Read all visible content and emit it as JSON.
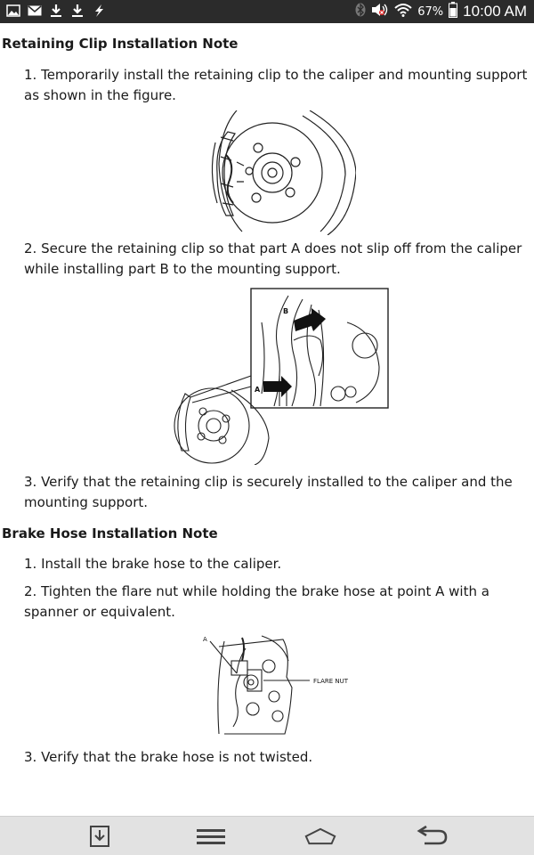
{
  "status_bar": {
    "left_icons": [
      "image-icon",
      "mail-icon",
      "download-icon",
      "download-icon",
      "lightning-icon"
    ],
    "battery_percent": "67%",
    "time": "10:00 AM"
  },
  "sections": [
    {
      "heading": "Retaining Clip Installation Note",
      "steps": [
        "1. Temporarily install the retaining clip to the caliper and mounting support as shown in the figure.",
        "2. Secure the retaining clip so that part A does not slip off from the caliper while installing part B to the mounting support.",
        "3. Verify that the retaining clip is securely installed to the caliper and the mounting support."
      ],
      "figure2_labels": {
        "b": "B",
        "a": "A"
      }
    },
    {
      "heading": "Brake Hose Installation Note",
      "steps": [
        "1. Install the brake hose to the caliper.",
        "2. Tighten the flare nut while holding the brake hose at point A with a spanner or equivalent.",
        "3. Verify that the brake hose is not twisted."
      ],
      "figure3_labels": {
        "a": "A",
        "flare_nut": "FLARE NUT"
      }
    }
  ],
  "nav_bar": {
    "buttons": [
      "save-page-icon",
      "menu-icon",
      "home-icon",
      "back-icon"
    ]
  }
}
